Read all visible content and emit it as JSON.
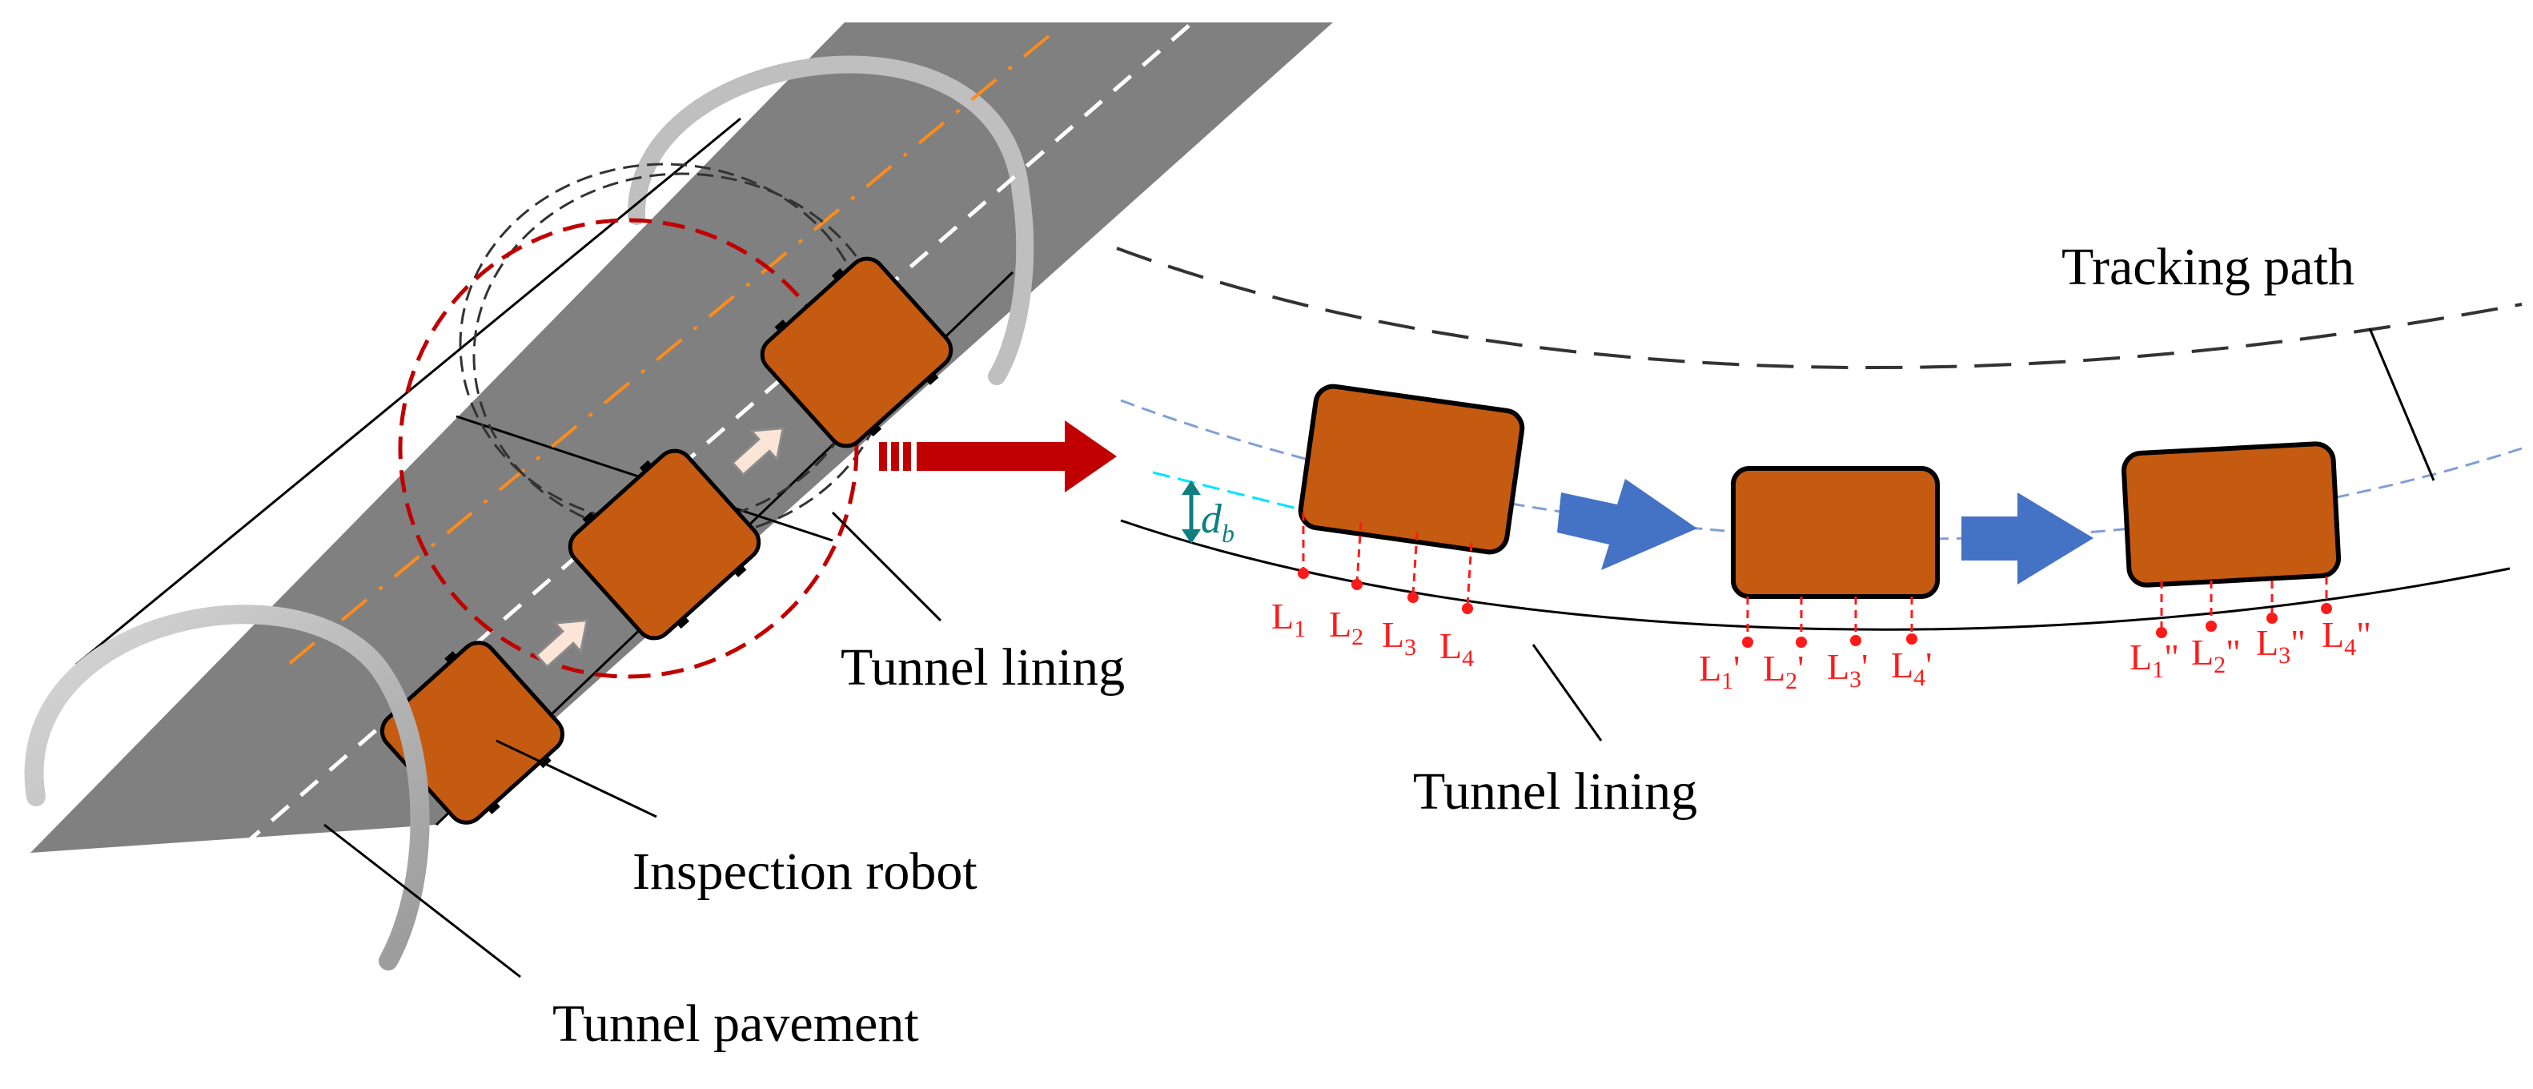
{
  "labels": {
    "tracking_path": "Tracking path",
    "tunnel_lining_left": "Tunnel lining",
    "tunnel_lining_right": "Tunnel lining",
    "inspection_robot": "Inspection robot",
    "tunnel_pavement": "Tunnel pavement",
    "d_main": "d",
    "d_sub": "b"
  },
  "measurement_groups": [
    [
      {
        "main": "L",
        "sub": "1",
        "suffix": ""
      },
      {
        "main": "L",
        "sub": "2",
        "suffix": ""
      },
      {
        "main": "L",
        "sub": "3",
        "suffix": ""
      },
      {
        "main": "L",
        "sub": "4",
        "suffix": ""
      }
    ],
    [
      {
        "main": "L",
        "sub": "1",
        "suffix": "'"
      },
      {
        "main": "L",
        "sub": "2",
        "suffix": "'"
      },
      {
        "main": "L",
        "sub": "3",
        "suffix": "'"
      },
      {
        "main": "L",
        "sub": "4",
        "suffix": "'"
      }
    ],
    [
      {
        "main": "L",
        "sub": "1",
        "suffix": "\""
      },
      {
        "main": "L",
        "sub": "2",
        "suffix": "\""
      },
      {
        "main": "L",
        "sub": "3",
        "suffix": "\""
      },
      {
        "main": "L",
        "sub": "4",
        "suffix": "\""
      }
    ]
  ],
  "colors": {
    "robot_fill": "#c55a11",
    "pavement": "#808080",
    "arch": "#bfbfbf",
    "measure_red": "#ff1a1a",
    "flow_arrow_blue": "#4472c4",
    "big_arrow_red": "#c00000",
    "tracking_path_blue": "#7f9fd6",
    "offset_cyan": "#00e5ff",
    "orange_centerline": "#ff8c1a"
  }
}
